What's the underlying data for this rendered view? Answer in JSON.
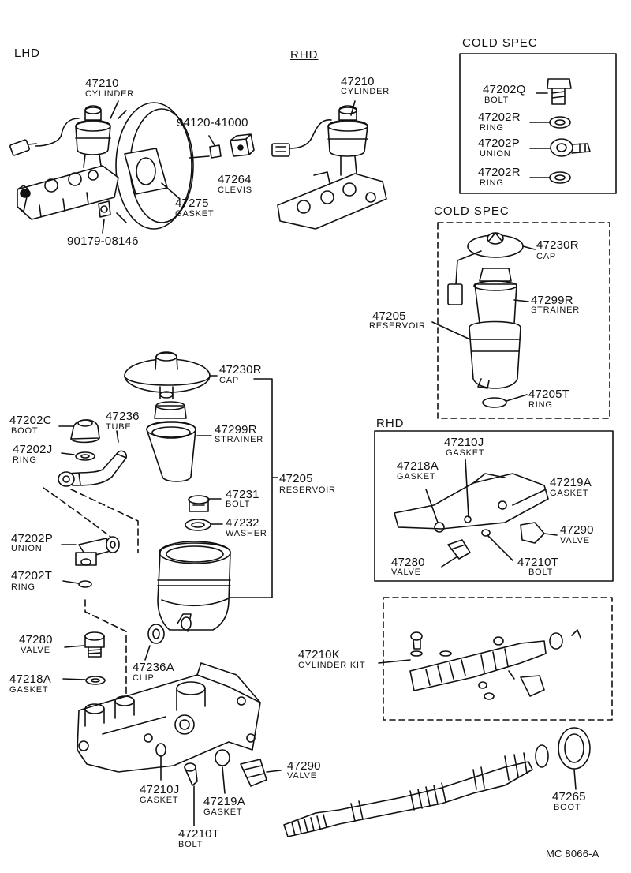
{
  "headers": {
    "lhd": "LHD",
    "rhd_top": "RHD",
    "cold_spec_1": "COLD SPEC",
    "cold_spec_2": "COLD SPEC",
    "rhd_box": "RHD"
  },
  "labels": {
    "lhd_47210": "47210",
    "lhd_cylinder": "CYLINDER",
    "p_94120": "94120-41000",
    "p_47264": "47264",
    "clevis": "CLEVIS",
    "lhd_47275": "47275",
    "lhd_gasket": "GASKET",
    "p_90179": "90179-08146",
    "rhd_47210": "47210",
    "rhd_cylinder": "CYLINDER",
    "cs_47202q": "47202Q",
    "cs_bolt": "BOLT",
    "cs_47202r_1": "47202R",
    "cs_ring_1": "RING",
    "cs_47202p": "47202P",
    "cs_union": "UNION",
    "cs_47202r_2": "47202R",
    "cs_ring_2": "RING",
    "cs2_47230r": "47230R",
    "cs2_cap": "CAP",
    "cs2_47205": "47205",
    "cs2_reservoir": "RESERVOIR",
    "cs2_47299r": "47299R",
    "cs2_strainer": "STRAINER",
    "cs2_47205t": "47205T",
    "cs2_ring": "RING",
    "m_47230r": "47230R",
    "m_cap": "CAP",
    "m_47202c": "47202C",
    "m_boot": "BOOT",
    "m_47236": "47236",
    "m_tube": "TUBE",
    "m_47299r": "47299R",
    "m_strainer": "STRAINER",
    "m_47202j": "47202J",
    "m_ring_j": "RING",
    "m_47231": "47231",
    "m_bolt_31": "BOLT",
    "m_47205": "47205",
    "m_reservoir": "RESERVOIR",
    "m_47232": "47232",
    "m_washer": "WASHER",
    "m_47202p": "47202P",
    "m_union": "UNION",
    "m_47202t": "47202T",
    "m_ring_t": "RING",
    "m_47280": "47280",
    "m_valve_80": "VALVE",
    "m_47236a": "47236A",
    "m_clip": "CLIP",
    "m_47218a": "47218A",
    "m_gasket_18": "GASKET",
    "m_47210j": "47210J",
    "m_gasket_10j": "GASKET",
    "m_47219a": "47219A",
    "m_gasket_19": "GASKET",
    "m_47290": "47290",
    "m_valve_90": "VALVE",
    "m_47210t": "47210T",
    "m_bolt_10t": "BOLT",
    "r_47210j": "47210J",
    "r_gasket_10j": "GASKET",
    "r_47218a": "47218A",
    "r_gasket_18": "GASKET",
    "r_47219a": "47219A",
    "r_gasket_19": "GASKET",
    "r_47290": "47290",
    "r_valve_90": "VALVE",
    "r_47280": "47280",
    "r_valve_80": "VALVE",
    "r_47210t": "47210T",
    "r_bolt": "BOLT",
    "k_47210k": "47210K",
    "k_kit": "CYLINDER KIT",
    "b_47265": "47265",
    "b_boot": "BOOT",
    "footer": "MC  8066-A"
  }
}
